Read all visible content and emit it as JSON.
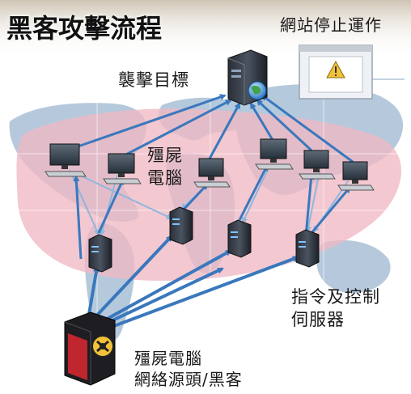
{
  "title": "黑客攻擊流程",
  "labels": {
    "website_down": "網站停止運作",
    "attack_target": "襲擊目標",
    "zombie_pc": [
      "殭屍",
      "電腦"
    ],
    "cc_server": [
      "指令及控制",
      "伺服器"
    ],
    "zombie_source": [
      "殭屍電腦",
      "網絡源頭/黑客"
    ]
  },
  "icons": {
    "target_server": "server-globe-icon",
    "warning_window": "warning-window-icon",
    "zombie_pcs": "desktop-pc-icon",
    "cc_servers": "server-tower-icon",
    "hacker_server": "hacker-server-icon"
  },
  "colors": {
    "map_land": "#9fb8cf",
    "infection_zone": "#f0b9c4",
    "arrow": "#3a78bd",
    "arrow_light": "#8fb6dc",
    "title_bg": "#d9cfc0"
  }
}
